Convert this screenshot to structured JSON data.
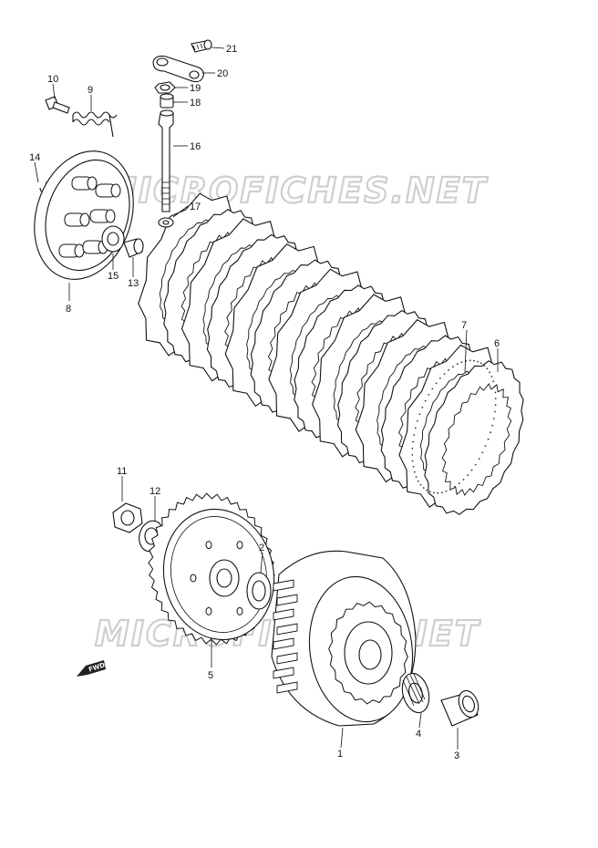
{
  "watermarks": [
    "MICROFICHES.NET",
    "MICROFICHES.NET"
  ],
  "direction_label": "FWD",
  "parts": [
    {
      "id": "p1",
      "number": "1"
    },
    {
      "id": "p2",
      "number": "2"
    },
    {
      "id": "p3",
      "number": "3"
    },
    {
      "id": "p4",
      "number": "4"
    },
    {
      "id": "p5",
      "number": "5"
    },
    {
      "id": "p6",
      "number": "6"
    },
    {
      "id": "p7",
      "number": "7"
    },
    {
      "id": "p8",
      "number": "8"
    },
    {
      "id": "p9",
      "number": "9"
    },
    {
      "id": "p10",
      "number": "10"
    },
    {
      "id": "p11",
      "number": "11"
    },
    {
      "id": "p12",
      "number": "12"
    },
    {
      "id": "p13",
      "number": "13"
    },
    {
      "id": "p14",
      "number": "14"
    },
    {
      "id": "p15",
      "number": "15"
    },
    {
      "id": "p16",
      "number": "16"
    },
    {
      "id": "p17",
      "number": "17"
    },
    {
      "id": "p18",
      "number": "18"
    },
    {
      "id": "p19",
      "number": "19"
    },
    {
      "id": "p20",
      "number": "20"
    },
    {
      "id": "p21",
      "number": "21"
    }
  ],
  "colors": {
    "line": "#111111",
    "watermark": "#cfcfcf",
    "background": "#ffffff"
  }
}
